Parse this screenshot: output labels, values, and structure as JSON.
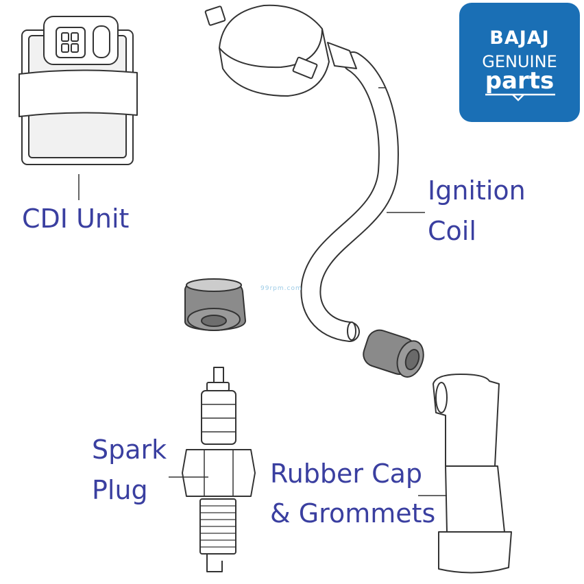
{
  "labels": {
    "cdi_unit": "CDI Unit",
    "ignition_coil_line1": "Ignition",
    "ignition_coil_line2": "Coil",
    "spark_plug_line1": "Spark",
    "spark_plug_line2": "Plug",
    "rubber_cap_line1": "Rubber Cap",
    "rubber_cap_line2": "& Grommets"
  },
  "logo": {
    "brand": "BAJAJ",
    "line2": "GENUINE",
    "line3": "parts",
    "background": "#1a6fb5"
  },
  "watermark": "99rpm.com",
  "colors": {
    "label_text": "#3a3fa0",
    "line_art": "#333333",
    "part_fill": "#ffffff",
    "rubber_fill": "#7a7a7a"
  }
}
